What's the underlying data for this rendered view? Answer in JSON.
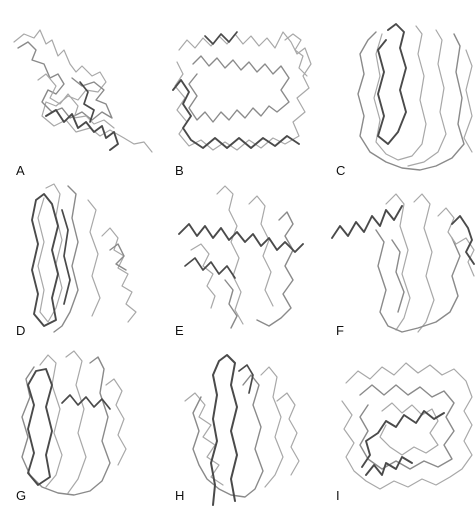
{
  "figure": {
    "panels": [
      {
        "label": "A"
      },
      {
        "label": "B"
      },
      {
        "label": "C"
      },
      {
        "label": "D"
      },
      {
        "label": "E"
      },
      {
        "label": "F"
      },
      {
        "label": "G"
      },
      {
        "label": "H"
      },
      {
        "label": "I"
      }
    ],
    "colors": {
      "light_trace": "#a8a8a8",
      "mid_trace": "#8a8a8a",
      "dark_trace": "#4a4a4a",
      "label": "#111111",
      "background": "#ffffff"
    }
  }
}
